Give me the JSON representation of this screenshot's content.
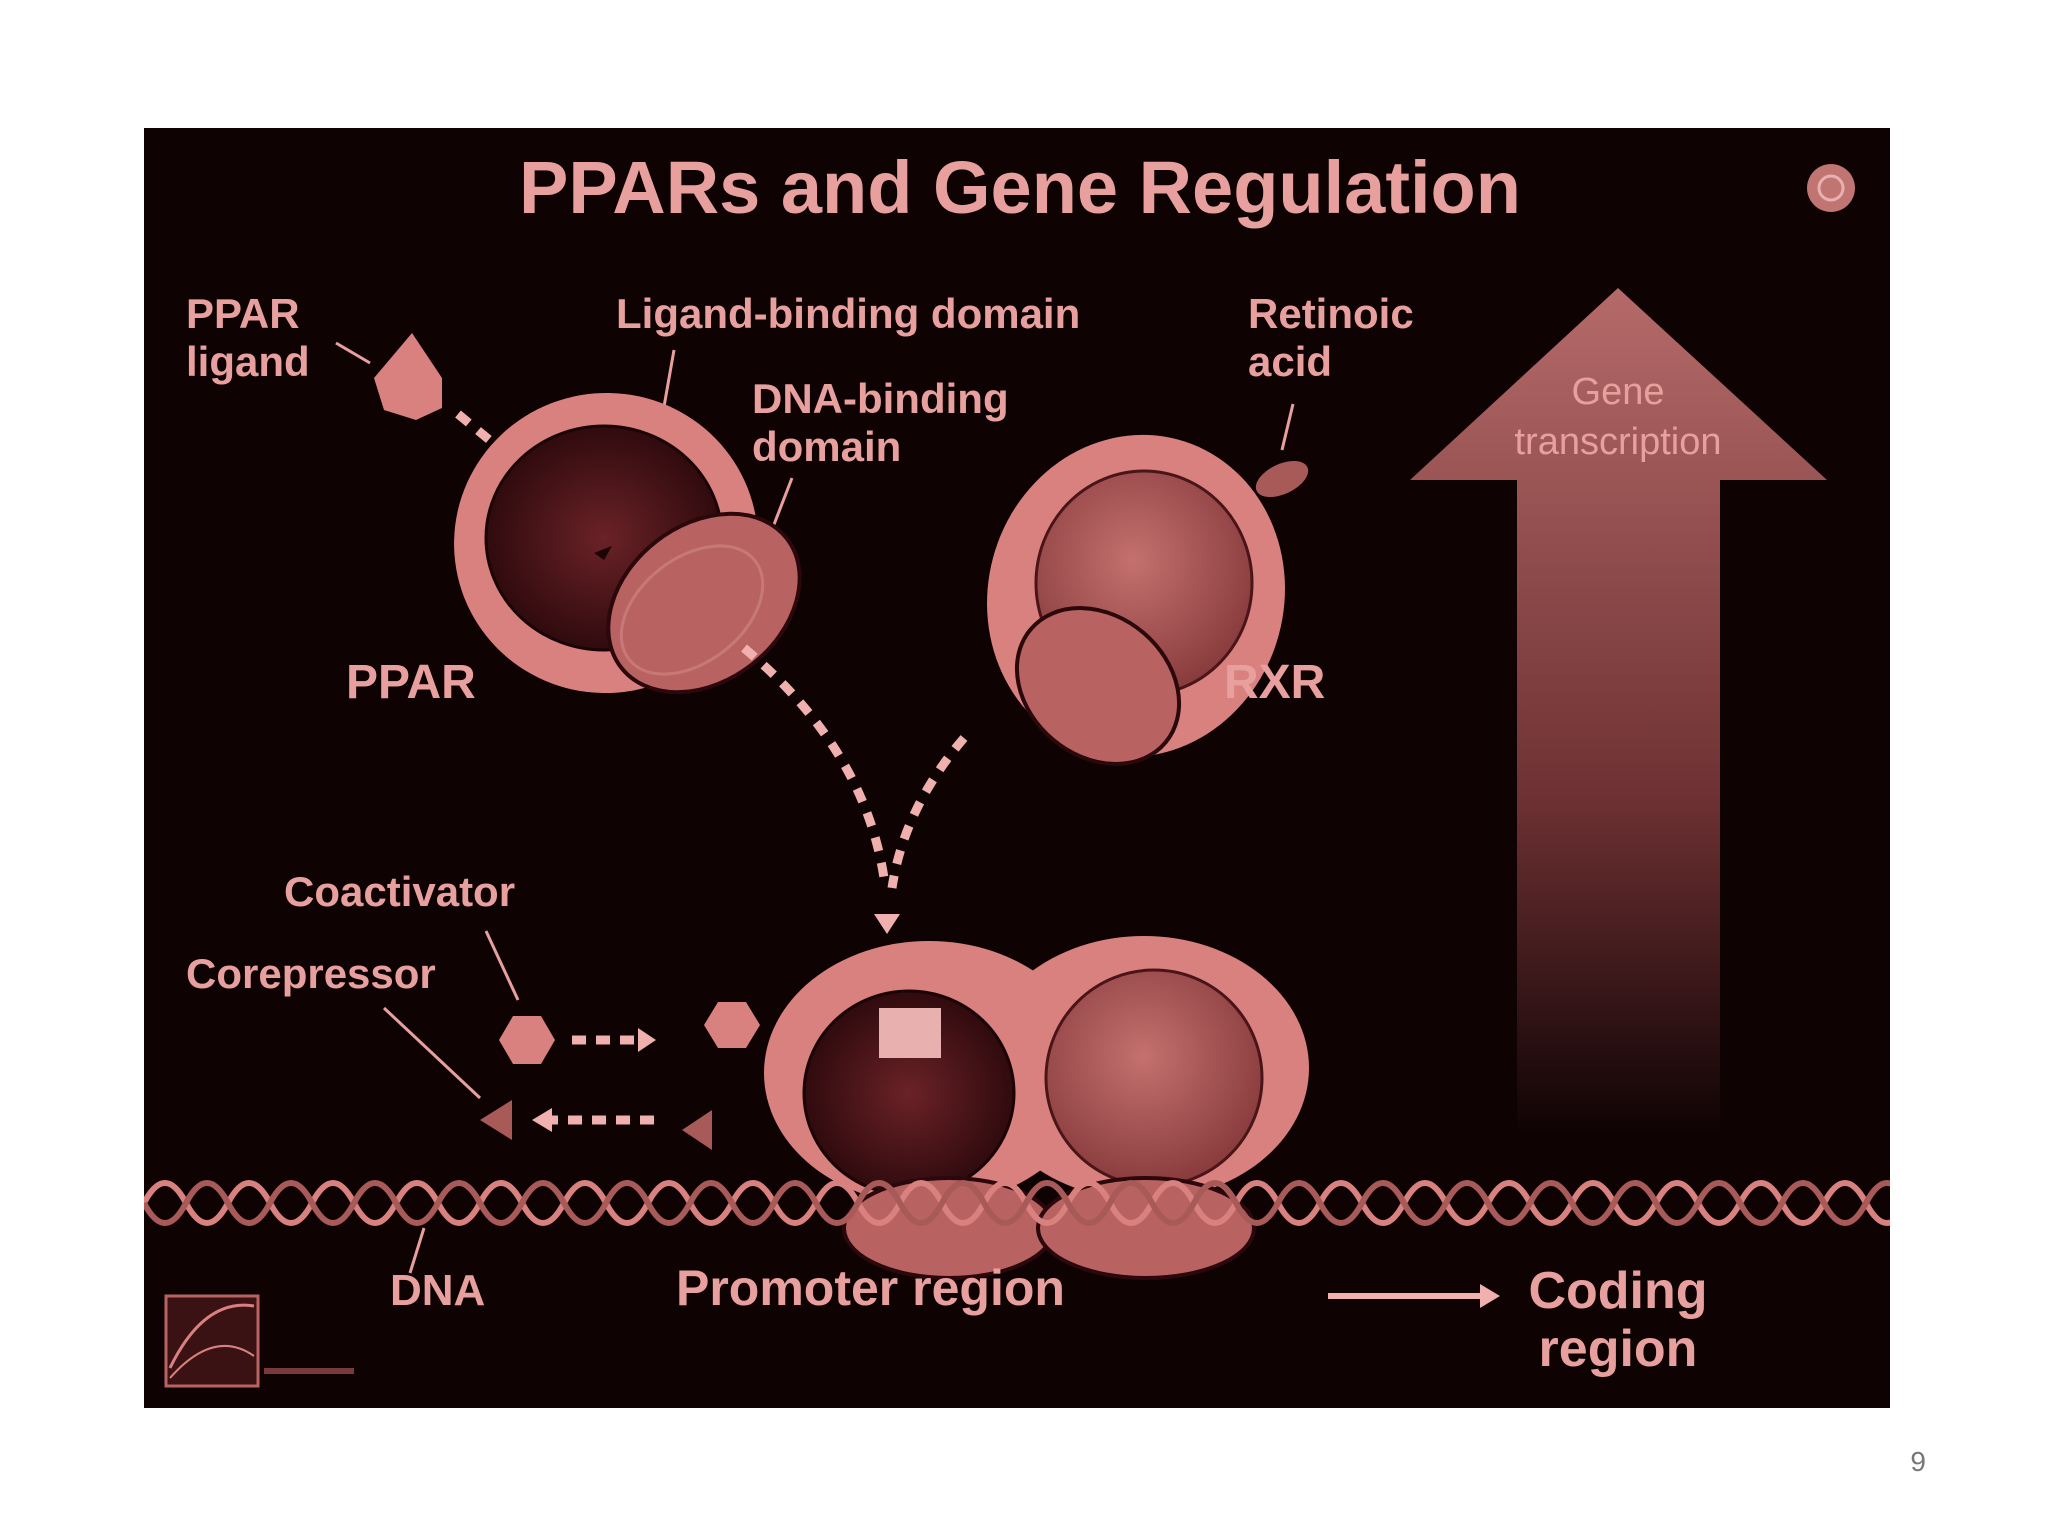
{
  "slide": {
    "page_number": "9"
  },
  "diagram": {
    "title": "PPARs and Gene Regulation",
    "labels": {
      "ppar_ligand_line1": "PPAR",
      "ppar_ligand_line2": "ligand",
      "ligand_binding_domain": "Ligand-binding domain",
      "dna_binding_line1": "DNA-binding",
      "dna_binding_line2": "domain",
      "retinoic_line1": "Retinoic",
      "retinoic_line2": "acid",
      "gene_line1": "Gene",
      "gene_line2": "transcription",
      "ppar": "PPAR",
      "rxr": "RXR",
      "coactivator": "Coactivator",
      "corepressor": "Corepressor",
      "dna": "DNA",
      "promoter_region": "Promoter region",
      "coding_line1": "Coding",
      "coding_line2": "region"
    },
    "colors": {
      "background": "#0e0203",
      "protein": "#d9817f",
      "protein_dark": "#3a0d10",
      "text": "#e8a09e"
    }
  }
}
